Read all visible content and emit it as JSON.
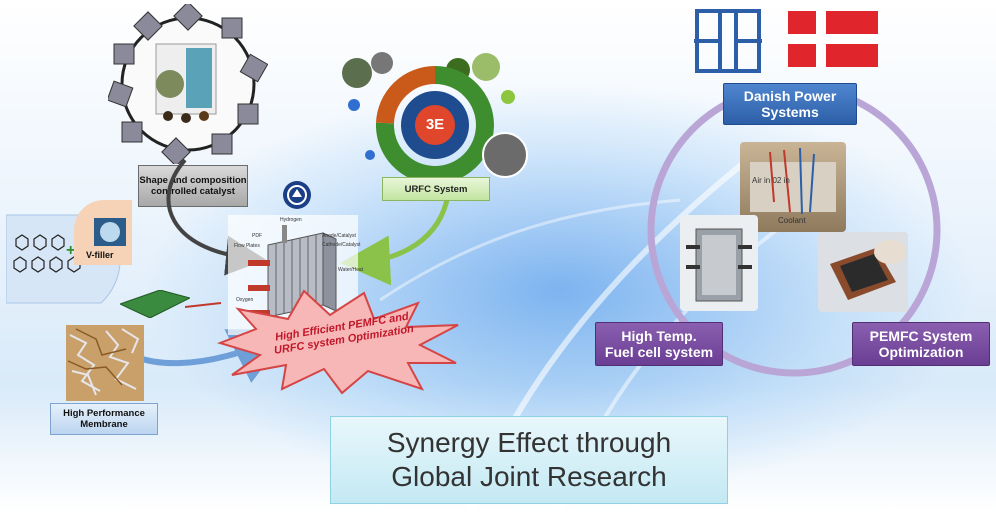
{
  "main_title": {
    "line1": "Synergy Effect through",
    "line2": "Global Joint Research"
  },
  "left_group": {
    "catalyst_label": "Shape and composition controlled catalyst",
    "membrane_label": "High Performance Membrane",
    "urfc_label": "URFC System",
    "burst_text": {
      "line1": "High Efficient PEMFC and",
      "line2": "URFC system  Optimization"
    },
    "filler_text": "V-filler",
    "badge_3e": "3E",
    "stack_labels": [
      "Hydrogen",
      "PDF",
      "Flow Plates",
      "Anode/Catalyst",
      "Cathode/Catalyst",
      "Water/Heat",
      "Oxygen"
    ]
  },
  "right_group": {
    "danish_label": {
      "line1": "Danish Power",
      "line2": "Systems"
    },
    "high_temp_label": {
      "line1": "High Temp.",
      "line2": "Fuel cell system"
    },
    "pemfc_label": {
      "line1": "PEMFC System",
      "line2": "Optimization"
    },
    "photo_text_1": "Coolant",
    "photo_text_2": "Air in 02 in"
  },
  "colors": {
    "danish_red": "#e0252c",
    "danish_blue": "#2c5fa8",
    "purple": "#6a3e93",
    "ring": "#b9a6d6"
  },
  "icons": [
    "dps-logo-icon",
    "danish-flag-icon",
    "university-seal-icon"
  ]
}
